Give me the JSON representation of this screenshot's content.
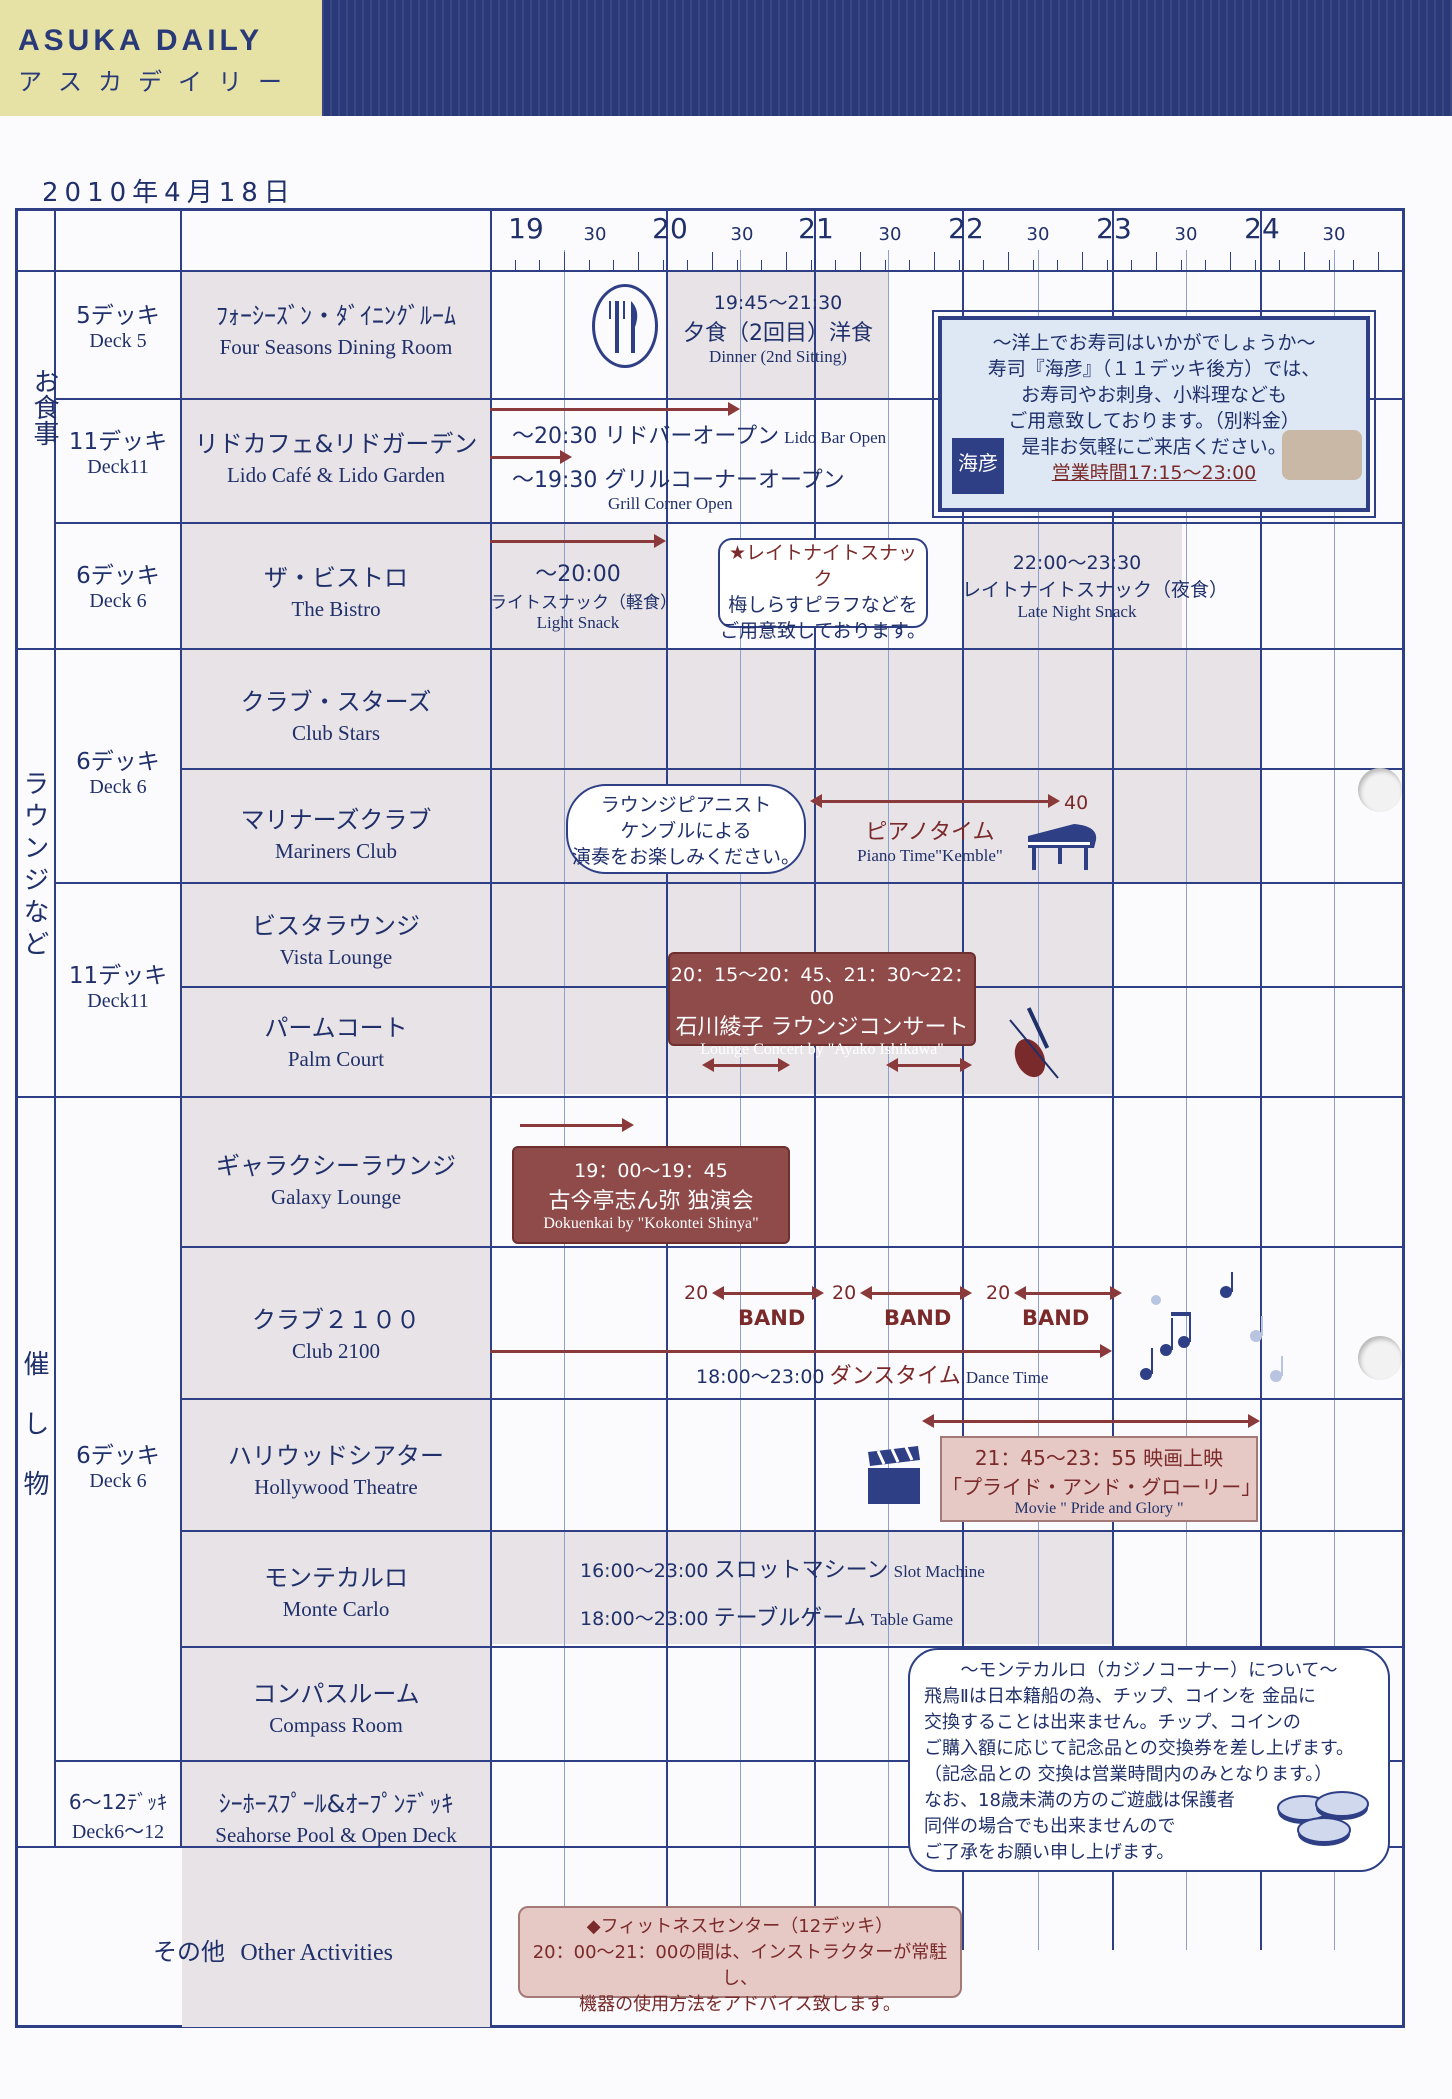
{
  "header": {
    "title_en": "ASUKA DAILY",
    "title_jp": "アスカデイリー"
  },
  "date": "2010年4月18日",
  "timeline": {
    "hours": [
      "19",
      "20",
      "21",
      "22",
      "23",
      "24"
    ],
    "half": "30"
  },
  "categories": {
    "dining": "お食事",
    "lounge": "ラウンジなど",
    "events": "催し物"
  },
  "decks": {
    "d5": {
      "jp": "5デッキ",
      "en": "Deck 5"
    },
    "d11a": {
      "jp": "11デッキ",
      "en": "Deck11"
    },
    "d6a": {
      "jp": "6デッキ",
      "en": "Deck 6"
    },
    "d6b": {
      "jp": "6デッキ",
      "en": "Deck 6"
    },
    "d11b": {
      "jp": "11デッキ",
      "en": "Deck11"
    },
    "d6c": {
      "jp": "6デッキ",
      "en": "Deck 6"
    },
    "d612": {
      "jp": "6〜12ﾃﾞｯｷ",
      "en": "Deck6〜12"
    }
  },
  "venues": {
    "four_seasons": {
      "jp": "ﾌｫｰｼｰｽﾞﾝ・ﾀﾞｲﾆﾝｸﾞﾙｰﾑ",
      "en": "Four Seasons Dining Room"
    },
    "lido": {
      "jp": "リドカフェ&リドガーデン",
      "en": "Lido Café & Lido Garden"
    },
    "bistro": {
      "jp": "ザ・ビストロ",
      "en": "The Bistro"
    },
    "club_stars": {
      "jp": "クラブ・スターズ",
      "en": "Club Stars"
    },
    "mariners": {
      "jp": "マリナーズクラブ",
      "en": "Mariners Club"
    },
    "vista": {
      "jp": "ビスタラウンジ",
      "en": "Vista Lounge"
    },
    "palm": {
      "jp": "パームコート",
      "en": "Palm Court"
    },
    "galaxy": {
      "jp": "ギャラクシーラウンジ",
      "en": "Galaxy Lounge"
    },
    "club2100": {
      "jp": "クラブ２１００",
      "en": "Club 2100"
    },
    "hollywood": {
      "jp": "ハリウッドシアター",
      "en": "Hollywood Theatre"
    },
    "monte": {
      "jp": "モンテカルロ",
      "en": "Monte Carlo"
    },
    "compass": {
      "jp": "コンパスルーム",
      "en": "Compass Room"
    },
    "seahorse": {
      "jp": "ｼｰﾎｰｽﾌﾟｰﾙ&ｵｰﾌﾟﾝﾃﾞｯｷ",
      "en": "Seahorse Pool & Open Deck"
    },
    "other": {
      "jp": "その他",
      "en": "Other Activities"
    }
  },
  "events": {
    "dinner": {
      "time": "19:45〜21:30",
      "jp": "夕食（2回目）洋食",
      "en": "Dinner (2nd Sitting)"
    },
    "lido_bar": {
      "jp": "〜20:30 リドバーオープン",
      "en": "Lido Bar Open"
    },
    "grill": {
      "jp": "〜19:30 グリルコーナーオープン",
      "en": "Grill Corner Open"
    },
    "light_snack": {
      "time": "〜20:00",
      "jp": "ライトスナック（軽食）",
      "en": "Light Snack"
    },
    "late_bubble": {
      "l1": "★レイトナイトスナック",
      "l2": "梅しらすピラフなどを",
      "l3": "ご用意致しております。"
    },
    "late_snack": {
      "time": "22:00〜23:30",
      "jp": "レイトナイトスナック（夜食）",
      "en": "Late Night Snack"
    },
    "pianist_bubble": {
      "l1": "ラウンジピアニスト",
      "l2": "ケンブルによる",
      "l3": "演奏をお楽しみください。"
    },
    "piano": {
      "jp": "ピアノタイム",
      "en": "Piano Time\"Kemble\"",
      "end": "40"
    },
    "concert": {
      "time": "20：15〜20：45、21：30〜22：00",
      "jp": "石川綾子 ラウンジコンサート",
      "en": "Lounge Concert by \"Ayako Ishikawa\""
    },
    "dokuenkai": {
      "time": "19：00〜19：45",
      "jp": "古今亭志ん弥 独演会",
      "en": "Dokuenkai by \"Kokontei Shinya\""
    },
    "band": {
      "label": "BAND",
      "start": "20"
    },
    "dance": {
      "time": "18:00〜23:00",
      "jp": "ダンスタイム",
      "en": "Dance Time"
    },
    "movie": {
      "time": "21：45〜23：55 映画上映",
      "jp": "「プライド・アンド・グローリー」",
      "en": "Movie \" Pride and Glory \""
    },
    "slot": {
      "time": "16:00〜23:00",
      "jp": "スロットマシーン",
      "en": "Slot Machine"
    },
    "table_game": {
      "time": "18:00〜23:00",
      "jp": "テーブルゲーム",
      "en": "Table Game"
    },
    "fitness": {
      "l1": "◆フィットネスセンター（12デッキ）",
      "l2": "20：00〜21：00の間は、インストラクターが常駐し、",
      "l3": "機器の使用方法をアドバイス致します。"
    }
  },
  "sushi_notice": {
    "l1": "〜洋上でお寿司はいかがでしょうか〜",
    "l2": "寿司『海彦』（１１デッキ後方）では、",
    "l3": "お寿司やお刺身、小料理なども",
    "l4": "ご用意致しております。（別料金）",
    "l5": "是非お気軽にご来店ください。",
    "l6": "営業時間17:15〜23:00",
    "logo": "海彦"
  },
  "casino_notice": {
    "title": "〜モンテカルロ（カジノコーナー）について〜",
    "l1": "飛鳥Ⅱは日本籍船の為、チップ、コインを 金品に",
    "l2": "交換することは出来ません。チップ、コインの",
    "l3": "ご購入額に応じて記念品との交換券を差し上げます。",
    "l4": "（記念品との 交換は営業時間内のみとなります。）",
    "l5": "なお、18歳未満の方のご遊戯は保護者",
    "l6": "同伴の場合でも出来ませんので",
    "l7": "ご了承をお願い申し上げます。"
  },
  "colors": {
    "navy": "#2f3f86",
    "maroon": "#8f4a4a",
    "shade": "#e8e3e6",
    "header_yellow": "#e6e2a6"
  }
}
